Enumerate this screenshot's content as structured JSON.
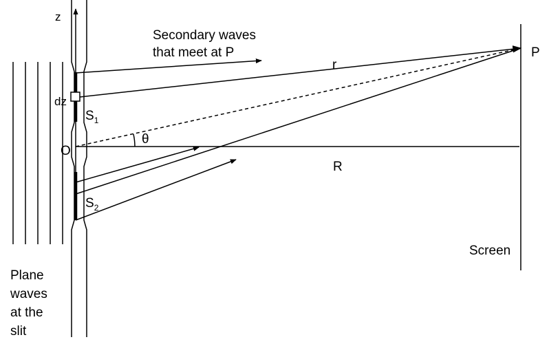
{
  "labels": {
    "z_axis": "z",
    "secondary_line1": "Secondary waves",
    "secondary_line2": "that meet at P",
    "r": "r",
    "P": "P",
    "dz": "dz",
    "S1_main": "S",
    "S1_sub": "1",
    "theta": "θ",
    "O": "O",
    "R": "R",
    "S2_main": "S",
    "S2_sub": "2",
    "screen": "Screen",
    "plane_waves_lines": [
      "Plane",
      "waves",
      "at the",
      "slit"
    ]
  },
  "colors": {
    "ink": "#000000",
    "background": "#ffffff"
  }
}
